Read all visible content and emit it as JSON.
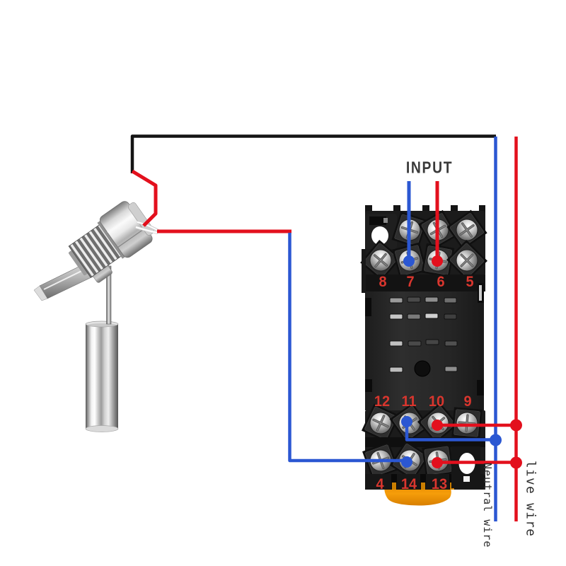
{
  "diagram": {
    "input_label": "INPUT",
    "neutral_wire_label": "Neutral wire",
    "live_wire_label": "live wire"
  },
  "relay_socket": {
    "top_terminals": [
      "8",
      "7",
      "6",
      "5"
    ],
    "middle_terminals": [
      "12",
      "11",
      "10",
      "9"
    ],
    "bottom_terminals": [
      "4",
      "14",
      "13"
    ]
  },
  "components": {
    "sensor": "float-level-switch",
    "socket": "14-pin-relay-socket"
  },
  "colors": {
    "wire_live": "#e3101d",
    "wire_neutral": "#2b57d2",
    "wire_black": "#141414",
    "terminal_number": "#d9362e",
    "label_ink": "#3a3a3a",
    "relay_orange": "#f59d0a"
  }
}
